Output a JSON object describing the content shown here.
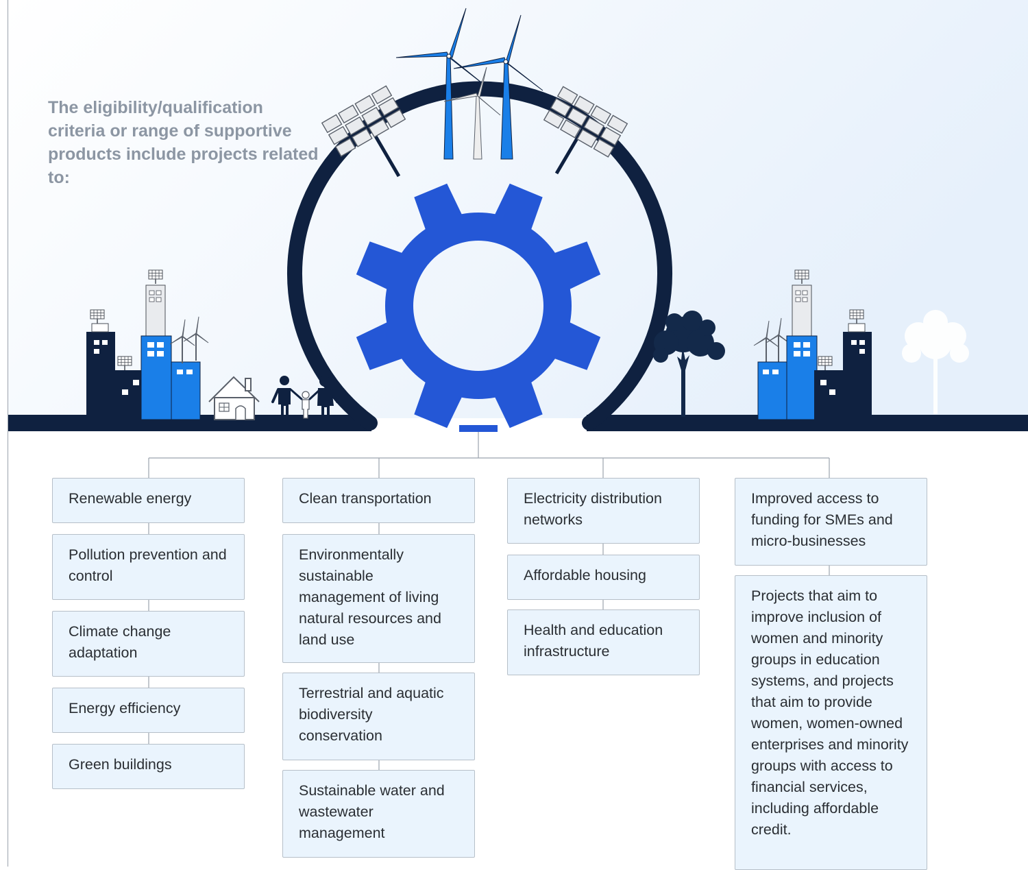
{
  "intro_text": "The eligibility/qualification criteria or range of supportive products include projects related to:",
  "colors": {
    "gear": "#2457d6",
    "ground": "#0f2140",
    "building_blue": "#1a7fe8",
    "building_dark": "#0f2140",
    "box_fill": "#eaf4fd",
    "box_border": "#b6bfc8",
    "intro_text": "#8c96a3"
  },
  "icons": [
    "gear-icon",
    "wind-turbine-icon",
    "solar-panel-icon",
    "factory-icon",
    "house-icon",
    "family-icon",
    "tree-icon"
  ],
  "columns": [
    {
      "items": [
        "Renewable energy",
        "Pollution prevention and control",
        "Climate change adaptation",
        "Energy efficiency",
        "Green buildings"
      ]
    },
    {
      "items": [
        "Clean transportation",
        "Environmentally sustainable management of living natural resources and land use",
        "Terrestrial and aquatic biodiversity conservation",
        "Sustainable water and wastewater management"
      ]
    },
    {
      "items": [
        "Electricity distribution networks",
        "Affordable housing",
        "Health and education infrastructure"
      ]
    },
    {
      "items": [
        "Improved access to funding for SMEs and micro-businesses",
        "Projects that aim to improve inclusion of women and minority groups in education systems, and projects that aim to provide women, women-owned enterprises and minority groups with access to financial services, including affordable credit."
      ]
    }
  ]
}
